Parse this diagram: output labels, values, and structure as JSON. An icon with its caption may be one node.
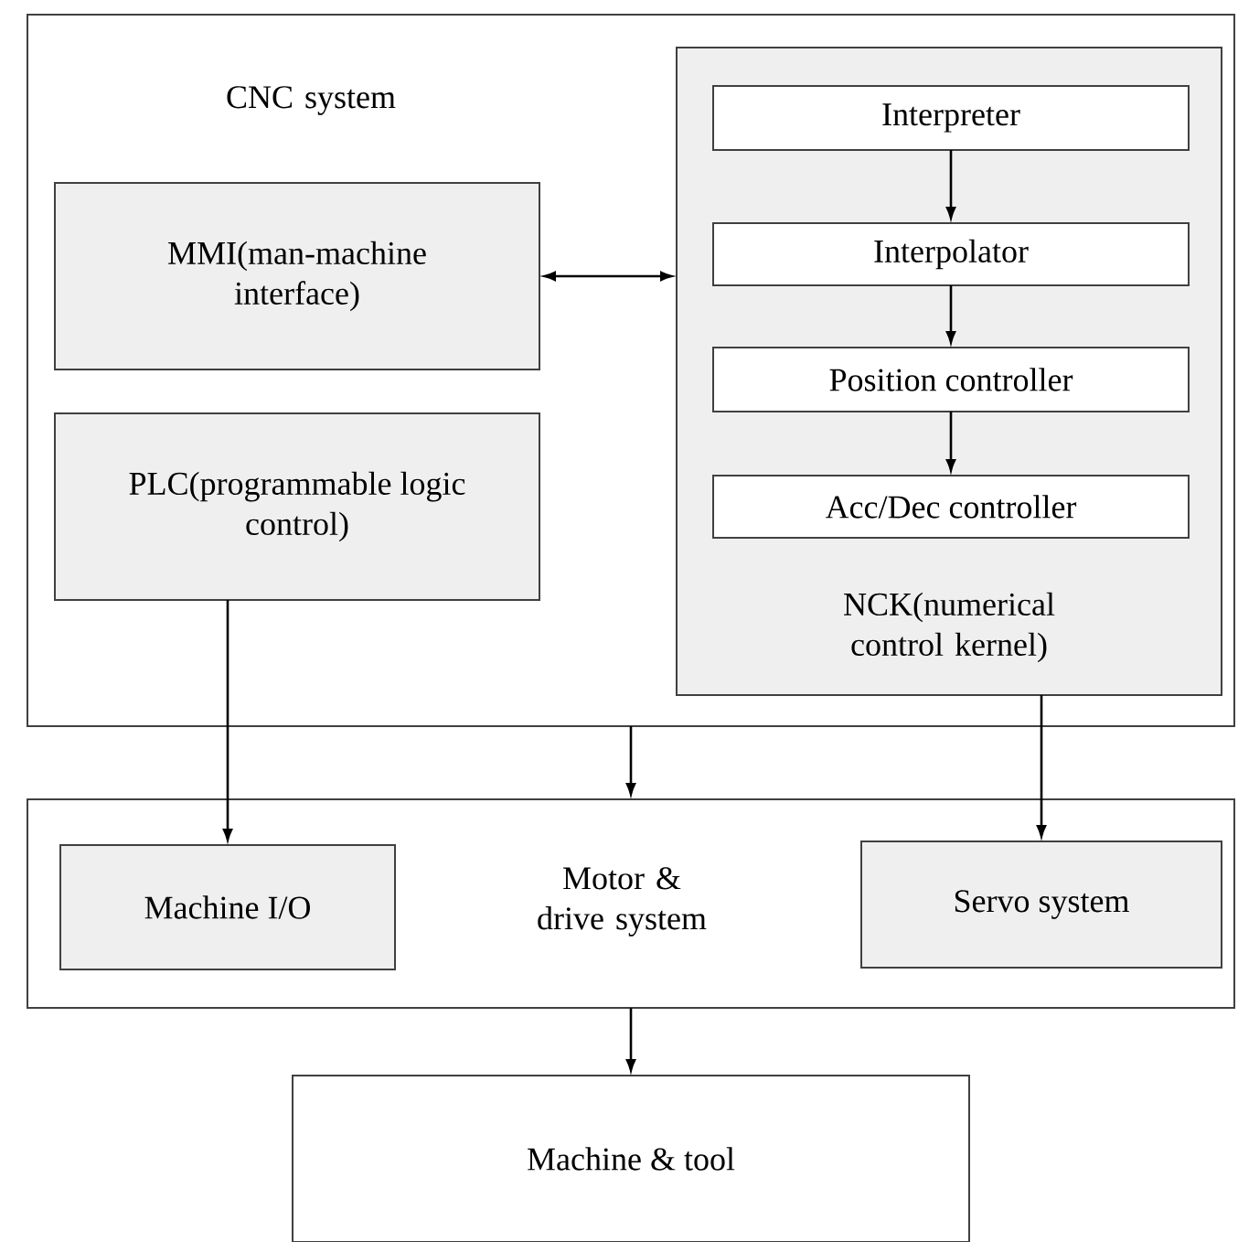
{
  "diagram": {
    "nodes": [
      {
        "text": [
          "CNC system"
        ]
      },
      {
        "text": [
          "MMI(man-machine interface)"
        ],
        "in": 0
      },
      {
        "text": [
          "PLC(programmable logic control)"
        ],
        "in": 0
      },
      {
        "text": [
          "NCK(numerical control kernel)"
        ],
        "in": 0
      },
      {
        "text": [
          "Interpreter"
        ],
        "in": 3
      },
      {
        "text": [
          "Interpolator"
        ],
        "in": 3
      },
      {
        "text": [
          "Position controller"
        ],
        "in": 3
      },
      {
        "text": [
          "Acc/Dec controller"
        ],
        "in": 3
      },
      {
        "text": [
          "Motor & drive system"
        ]
      },
      {
        "text": [
          "Machine I/O"
        ],
        "in": 8
      },
      {
        "text": [
          "Servo system"
        ],
        "in": 8
      },
      {
        "text": [
          "Machine & tool"
        ]
      }
    ],
    "edges": [
      {
        "from": 1,
        "to": 3,
        "arrow": "both"
      },
      {
        "from": 4,
        "to": 5,
        "arrow": "to"
      },
      {
        "from": 5,
        "to": 6,
        "arrow": "to"
      },
      {
        "from": 6,
        "to": 7,
        "arrow": "to"
      },
      {
        "from": 2,
        "to": 9,
        "arrow": "to"
      },
      {
        "from": 0,
        "to": 8,
        "arrow": "to"
      },
      {
        "from": 3,
        "to": 10,
        "arrow": "to"
      },
      {
        "from": 8,
        "to": 11,
        "arrow": "to"
      }
    ]
  }
}
